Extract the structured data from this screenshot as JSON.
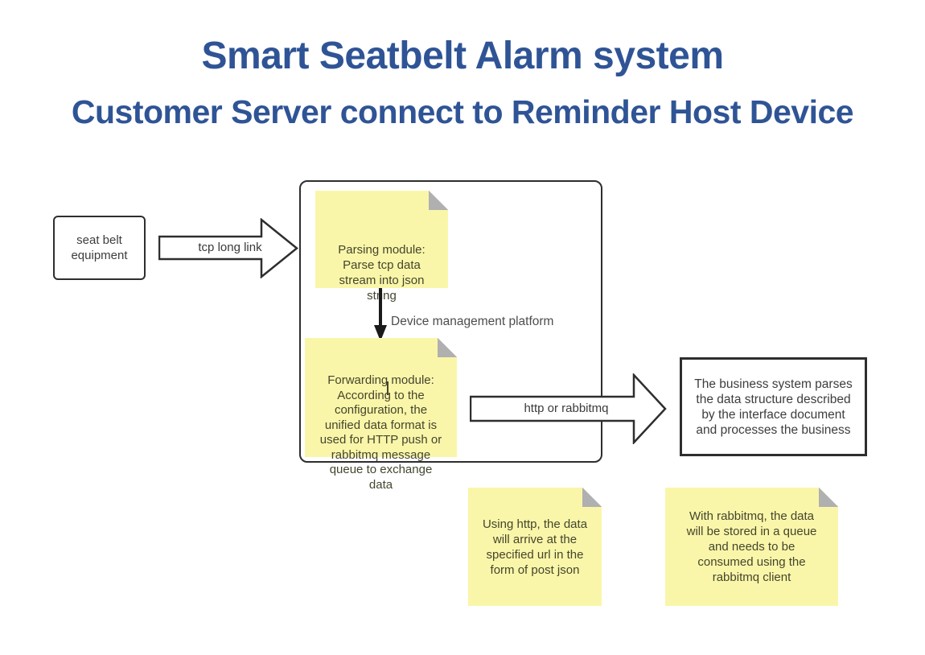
{
  "header": {
    "title": "Smart Seatbelt Alarm system",
    "subtitle": "Customer Server connect to Reminder Host Device"
  },
  "diagram": {
    "seat_belt_box": {
      "label": "seat belt\nequipment"
    },
    "tcp_arrow": {
      "label": "tcp long link"
    },
    "platform": {
      "label": "Device management platform",
      "parsing_note": {
        "text": "Parsing module:\nParse tcp data\nstream into json\nstring"
      },
      "forwarding_note": {
        "text": "Forwarding module:\nAccording to the\nconfiguration, the\nunified data format is\nused for HTTP push or\nrabbitmq message\nqueue to exchange\ndata"
      }
    },
    "http_arrow": {
      "label": "http or rabbitmq"
    },
    "business_box": {
      "text": "The business system parses\nthe data structure described\nby the interface document\nand processes the business"
    },
    "http_note": {
      "text": "Using http, the data\nwill arrive at the\nspecified url in the\nform of post json"
    },
    "rabbitmq_note": {
      "text": "With rabbitmq, the data\nwill be stored in a queue\nand needs to be\nconsumed using the\nrabbitmq client"
    }
  },
  "colors": {
    "accent_blue": "#2F5496",
    "sticky_yellow": "#FAF6A9",
    "fold_gray": "#B0B0B0",
    "border_dark": "#2E2E2E",
    "text_dark": "#3D3D3D"
  }
}
